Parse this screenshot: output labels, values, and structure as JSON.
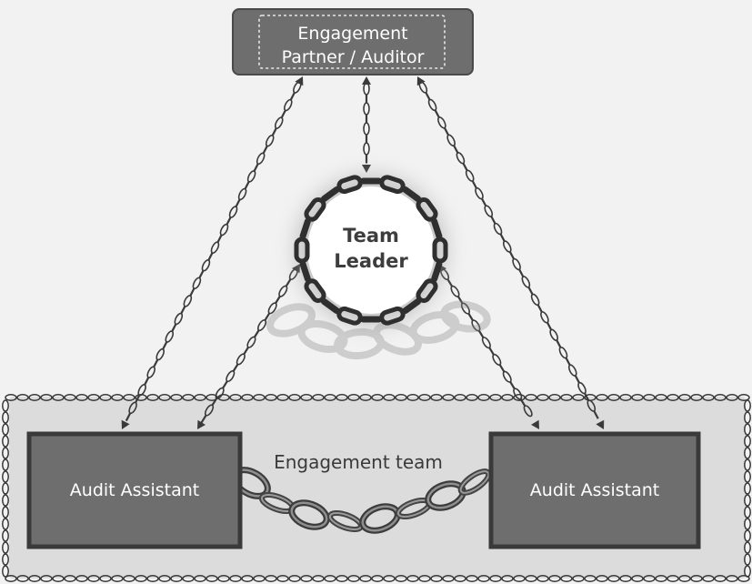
{
  "diagram": {
    "top_node": {
      "line1": "Engagement",
      "line2": "Partner / Auditor"
    },
    "center_node": {
      "line1": "Team",
      "line2": "Leader"
    },
    "group_label": "Engagement team",
    "left_node": "Audit Assistant",
    "right_node": "Audit Assistant"
  },
  "colors": {
    "background": "#f2f2f2",
    "node_fill": "#6e6e6e",
    "node_border": "#3f3f3f",
    "chain_dark": "#3a3a3a",
    "group_panel": "#dcdcdc",
    "link_light": "#ffffff"
  }
}
